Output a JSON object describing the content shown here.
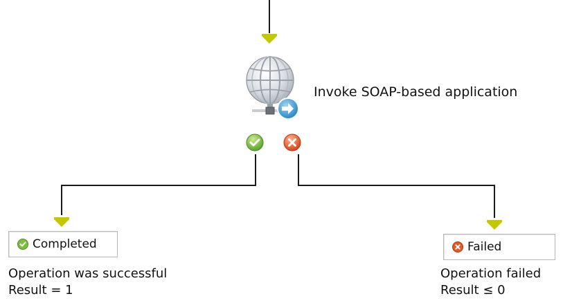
{
  "activity": {
    "label": "Invoke SOAP-based application",
    "icon": "web-service-globe-icon"
  },
  "connectors": {
    "success_icon": "success-check-icon",
    "failure_icon": "failure-x-icon"
  },
  "states": {
    "completed": {
      "label": "Completed",
      "description": "Operation was successful",
      "result": "Result = 1"
    },
    "failed": {
      "label": "Failed",
      "description": "Operation failed",
      "result": "Result ≤ 0"
    }
  },
  "colors": {
    "arrow": "#c4c800",
    "success": "#7cbf3a",
    "failure": "#e05a2a",
    "line": "#1a1a1a"
  }
}
